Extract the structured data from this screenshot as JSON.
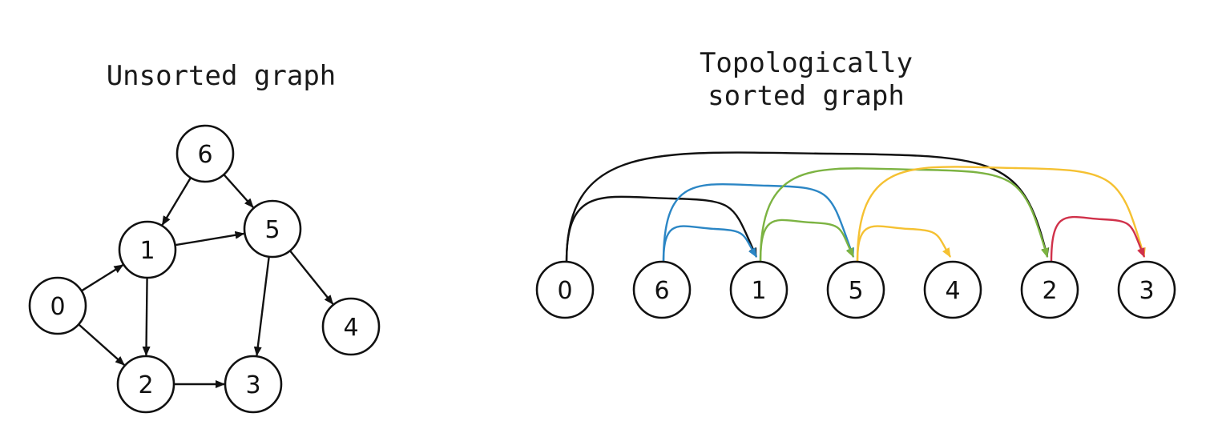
{
  "left": {
    "title": "Unsorted graph",
    "nodes": [
      {
        "id": "6",
        "label": "6"
      },
      {
        "id": "1",
        "label": "1"
      },
      {
        "id": "5",
        "label": "5"
      },
      {
        "id": "0",
        "label": "0"
      },
      {
        "id": "4",
        "label": "4"
      },
      {
        "id": "2",
        "label": "2"
      },
      {
        "id": "3",
        "label": "3"
      }
    ],
    "edges": [
      {
        "from": "6",
        "to": "1"
      },
      {
        "from": "6",
        "to": "5"
      },
      {
        "from": "1",
        "to": "5"
      },
      {
        "from": "0",
        "to": "1"
      },
      {
        "from": "0",
        "to": "2"
      },
      {
        "from": "1",
        "to": "2"
      },
      {
        "from": "2",
        "to": "3"
      },
      {
        "from": "5",
        "to": "3"
      },
      {
        "from": "5",
        "to": "4"
      }
    ]
  },
  "right": {
    "title_line1": "Topologically",
    "title_line2": "sorted graph",
    "order": [
      "0",
      "6",
      "1",
      "5",
      "4",
      "2",
      "3"
    ],
    "edges": [
      {
        "from": "0",
        "to": "1",
        "color": "#111111"
      },
      {
        "from": "0",
        "to": "2",
        "color": "#111111"
      },
      {
        "from": "6",
        "to": "1",
        "color": "#2b86c5"
      },
      {
        "from": "6",
        "to": "5",
        "color": "#2b86c5"
      },
      {
        "from": "1",
        "to": "5",
        "color": "#7cb342"
      },
      {
        "from": "1",
        "to": "2",
        "color": "#7cb342"
      },
      {
        "from": "5",
        "to": "4",
        "color": "#f5c132"
      },
      {
        "from": "5",
        "to": "3",
        "color": "#f5c132"
      },
      {
        "from": "2",
        "to": "3",
        "color": "#d0314a"
      }
    ]
  }
}
